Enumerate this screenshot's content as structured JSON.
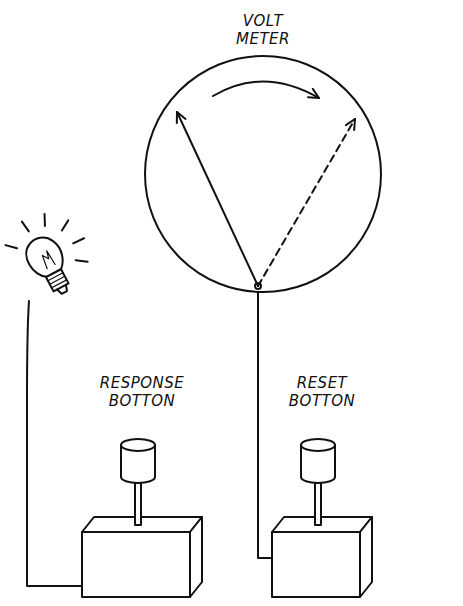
{
  "diagram": {
    "nodes": [
      {
        "text": [
          "VOLT METER"
        ]
      },
      {
        "text": [
          "RESPONSE BOTTON"
        ]
      },
      {
        "text": [
          "RESET BOTTON"
        ]
      }
    ],
    "edges": [
      {
        "from": 2,
        "to": 0,
        "arrow": "none"
      }
    ]
  }
}
